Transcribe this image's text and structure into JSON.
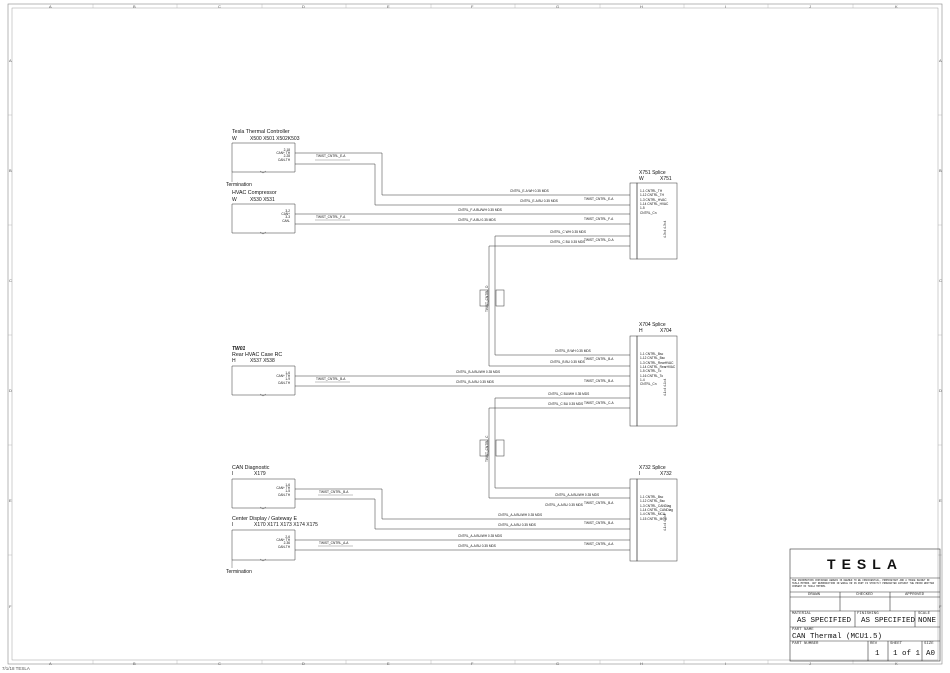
{
  "border": {
    "cols_top": [
      "A",
      "B",
      "C",
      "D",
      "E",
      "F",
      "G",
      "H",
      "I",
      "J",
      "K"
    ],
    "cols_bottom": [
      "A",
      "B",
      "C",
      "D",
      "E",
      "F",
      "G",
      "H",
      "I",
      "J",
      "K"
    ],
    "rows": [
      "A",
      "B",
      "C",
      "D",
      "E",
      "F"
    ],
    "footer_left": "7/1/18 TESLA"
  },
  "components": {
    "thermal_controller": {
      "name": "Tesla Thermal Controller",
      "desig": "W",
      "connectors": "X500 X501 X502K503",
      "pins": "2-18\nCAN+ TH\n2-28\nCAN-TH",
      "wire": "TWIST_CNTRL_E-A"
    },
    "hvac_compressor": {
      "name": "HVAC Compressor",
      "desig": "W",
      "connectors": "X530 X531",
      "pins": "3-2\nCAN+\n3-3\nCAN-",
      "wire": "TWIST_CNTRL_F-A"
    },
    "rear_hvac": {
      "note": "TW01",
      "name": "Rear HVAC Case RC",
      "desig": "H",
      "connectors": "X537 X538",
      "pins": "1-6\nCAN+ TH\n1-9\nCAN-TH",
      "wire": "TWIST_CNTRL_B-A"
    },
    "can_diagnostic": {
      "name": "CAN Diagnostic",
      "desig": "I",
      "connectors": "X179",
      "pins": "1-6\nCAN+ TH\n1-5\nCAN-TH",
      "wire": "TWIST_CNTRL_B-A"
    },
    "center_display": {
      "name": "Center Display / Gateway E",
      "desig": "I",
      "connectors": "X170 X171 X173 X174 X175",
      "pins": "2-6\nCAN+ TH\n2-36\nCAN-TH",
      "wire": "TWIST_CNTRL_A-A"
    },
    "termination_1": "Termination",
    "termination_2": "Termination"
  },
  "splices": {
    "x751": {
      "title": "X751 Splice",
      "desig": "W",
      "conn": "X751",
      "side": "4-3=4 4-3=4",
      "pins": "1-1 CNTRL_TH\n1-12 CNTRL_TH\n1-3 CNTRL_HVAC\n1-14 CNTRL_HVAC\n1-5\nCNTRL_Cn"
    },
    "x704": {
      "title": "X704 Splice",
      "desig": "H",
      "conn": "X704",
      "side": "4-1=4 4-1=4",
      "pins": "1-1 CNTRL_Bsc\n1-12 CNTRL_Bsc\n1-3 CNTRL_RearHVAC\n1-14 CNTRL_RearHVAC\n1-5 CNTRL_To\n1-16 CNTRL_To\n1-4\nCNTRL_Cn"
    },
    "x732": {
      "title": "X732 Splice",
      "desig": "I",
      "conn": "X732",
      "side": "4-1=4 4-1=4",
      "pins": "1-1 CNTRL_Bsc\n1-12 CNTRL_Bsc\n1-3 CNTRL_CANDiag\n1-14 CNTRL_CANDiag\n1-4 CNTRL_MCU\n1-15 CNTRL_MCU"
    }
  },
  "wires": {
    "w1": "CNTRL_E-A WH 0.35 MDS",
    "w2": "CNTRL_E-A BU 0.35 MDS",
    "w3": "CNTRL_F-A BU/WH 0.35 MDS",
    "w4": "CNTRL_F-A BU 0.35 MDS",
    "w5": "CNTRL_B WH 0.35 MDS",
    "w6": "CNTRL_B BU 0.35 MDS",
    "w7": "CNTRL_B-A BU/WH 0.35 MDS",
    "w8": "CNTRL_B-A BU 0.35 MDS",
    "w9": "CNTRL_C WH 0.35 MDS",
    "w10": "CNTRL_C BU/WH 0.35 MDS",
    "w11": "CNTRL_C BU 0.35 MDS",
    "w12": "CNTRL_A-A BU/WH 0.35 MDS",
    "w13": "CNTRL_A-A BU 0.35 MDS",
    "tw_e": "TWIST_CNTRL_E-A",
    "tw_f": "TWIST_CNTRL_F-A",
    "tw_d": "TWIST_CNTRL_D-A",
    "tw_b": "TWIST_CNTRL_B-A",
    "tw_c": "TWIST_CNTRL_C-A",
    "tw_ab": "TWIST_CNTRL_B-A",
    "tw_aa": "TWIST_CNTRL_A-A",
    "tw_r1": "TWIST_CNTRL_D",
    "tw_r2": "TWIST_CNTRL_C"
  },
  "title_block": {
    "logo": "TESLA",
    "disclaimer": "THE INFORMATION CONTAINED HEREIN IS DEEMED TO BE CONFIDENTIAL, PROPRIETARY AND A TRADE SECRET OF TESLA MOTORS. ANY REPRODUCTION IN WHOLE OR IN PART IS STRICTLY PROHIBITED WITHOUT THE PRIOR WRITTEN CONSENT OF TESLA MOTORS.",
    "drawn_label": "DRAWN",
    "checked_label": "CHECKED",
    "approved_label": "APPROVED",
    "material_label": "MATERIAL",
    "material_value": "AS SPECIFIED",
    "finishing_label": "FINISHING",
    "finishing_value": "AS SPECIFIED",
    "scale_label": "SCALE",
    "scale_value": "NONE",
    "part_name_label": "PART NAME",
    "part_name_value": "CAN Thermal (MCU1.5)",
    "part_number_label": "PART NUMBER",
    "rev_label": "REV",
    "rev_value": "1",
    "sheet_label": "SHEET",
    "sheet_value": "1 of 1",
    "size_label": "SIZE",
    "size_value": "A0"
  }
}
